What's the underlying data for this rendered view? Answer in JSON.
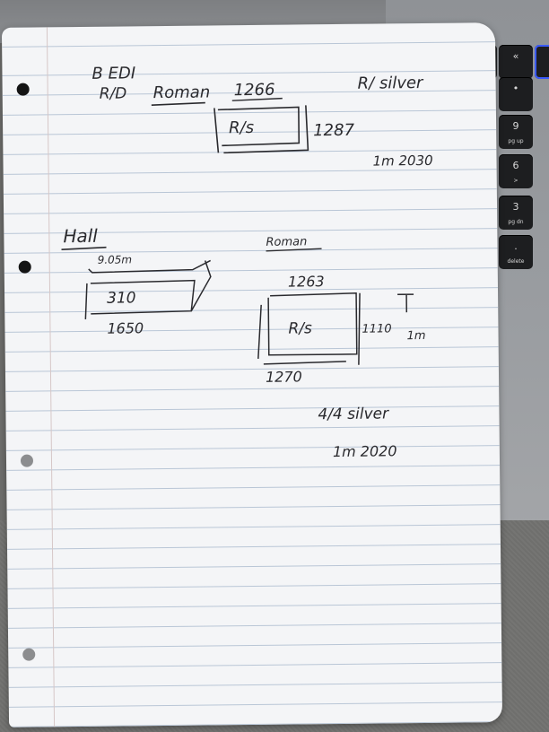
{
  "keys": [
    {
      "label": "",
      "sub": "",
      "name": "key-top-left"
    },
    {
      "label": "«",
      "sub": "",
      "name": "key-backspace"
    },
    {
      "label": "",
      "sub": "",
      "name": "key-top-right"
    },
    {
      "label": "•",
      "sub": "",
      "name": "key-dot"
    },
    {
      "label": "9",
      "sub": "pg up",
      "name": "key-9-pgup"
    },
    {
      "label": "6",
      "sub": ">",
      "name": "key-6"
    },
    {
      "label": "3",
      "sub": "pg dn",
      "name": "key-3-pgdn"
    },
    {
      "label": ".",
      "sub": "delete",
      "name": "key-delete"
    }
  ],
  "notes": {
    "top_left_code": "B EDI",
    "top_line_prefix": "R/D",
    "top_line_name": "Roman",
    "top_line_number": "1266",
    "top_right_label": "R/ silver",
    "box1_label": "R/s",
    "box1_side": "1287",
    "box1_note": "1m 2030",
    "hall_title": "Hall",
    "hall_top": "9.05m",
    "hall_box": "310",
    "hall_bottom": "1650",
    "roman_title": "Roman",
    "roman_top": "1263",
    "roman_box": "R/s",
    "roman_side": "1110",
    "roman_bottom": "1270",
    "roman_side2": "1m",
    "bottom_note_1": "4/4 silver",
    "bottom_note_2": "1m 2020"
  }
}
